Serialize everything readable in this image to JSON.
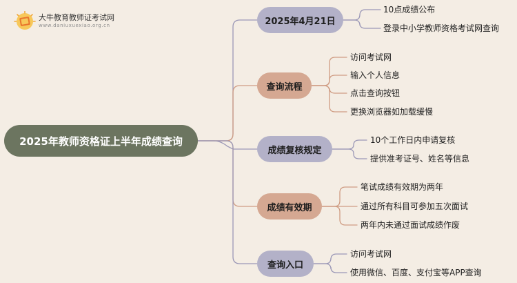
{
  "logo": {
    "title": "大牛教育教师证考试网",
    "subtitle": "www.daniuxuexiao.org.cn"
  },
  "root": {
    "label": "2025年教师资格证上半年成绩查询"
  },
  "branches": [
    {
      "label": "2025年4月21日",
      "leaves": [
        "10点成绩公布",
        "登录中小学教师资格考试网查询"
      ]
    },
    {
      "label": "查询流程",
      "leaves": [
        "访问考试网",
        "输入个人信息",
        "点击查询按钮",
        "更换浏览器如加载缓慢"
      ]
    },
    {
      "label": "成绩复核规定",
      "leaves": [
        "10个工作日内申请复核",
        "提供准考证号、姓名等信息"
      ]
    },
    {
      "label": "成绩有效期",
      "leaves": [
        "笔试成绩有效期为两年",
        "通过所有科目可参加五次面试",
        "两年内未通过面试成绩作废"
      ]
    },
    {
      "label": "查询入口",
      "leaves": [
        "访问考试网",
        "使用微信、百度、支付宝等APP查询"
      ]
    }
  ],
  "colors": {
    "background": "#f4ede4",
    "root": "#6c7560",
    "branch_purple": "#b3b1c8",
    "branch_salmon": "#d5a892",
    "connector_purple": "#9a97b6",
    "connector_salmon": "#cf9c83"
  }
}
